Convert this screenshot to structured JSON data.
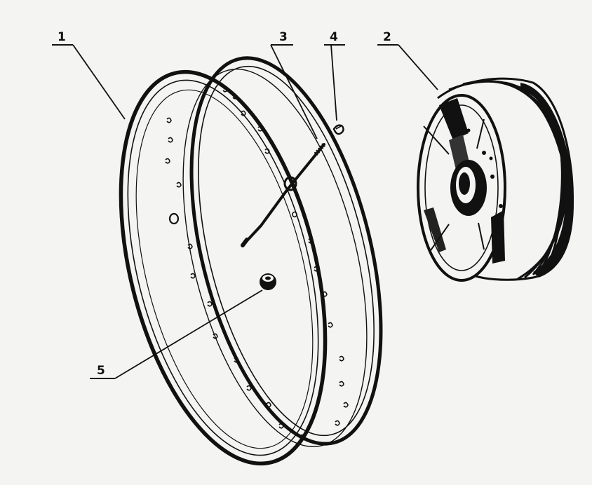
{
  "diagram": {
    "callouts": [
      {
        "id": "c1",
        "label": "1"
      },
      {
        "id": "c2",
        "label": "2"
      },
      {
        "id": "c3",
        "label": "3"
      },
      {
        "id": "c4",
        "label": "4"
      },
      {
        "id": "c5",
        "label": "5"
      }
    ],
    "colors": {
      "ink": "#111111",
      "paper": "#f4f4f2"
    }
  }
}
